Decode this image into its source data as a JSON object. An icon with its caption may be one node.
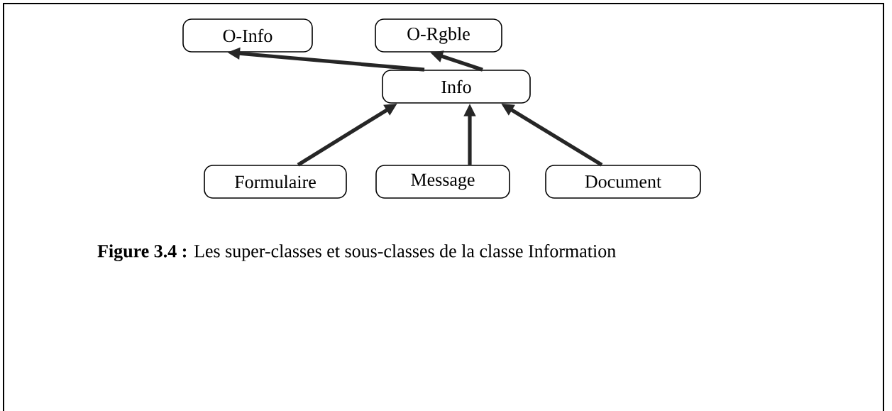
{
  "diagram": {
    "caption": "**Figure 3.4 :** Les super-classes et sous-classes de la classe Information",
    "nodes": [
      {
        "text": [
          "O-Info"
        ]
      },
      {
        "text": [
          "O-Rgble"
        ]
      },
      {
        "text": [
          "Info"
        ]
      },
      {
        "text": [
          "Formulaire"
        ]
      },
      {
        "text": [
          "Message"
        ]
      },
      {
        "text": [
          "Document"
        ]
      }
    ],
    "edges": [
      {
        "from": 2,
        "to": 0,
        "arrow": "to"
      },
      {
        "from": 2,
        "to": 1,
        "arrow": "to"
      },
      {
        "from": 3,
        "to": 2,
        "arrow": "to"
      },
      {
        "from": 4,
        "to": 2,
        "arrow": "to"
      },
      {
        "from": 5,
        "to": 2,
        "arrow": "to"
      }
    ]
  }
}
